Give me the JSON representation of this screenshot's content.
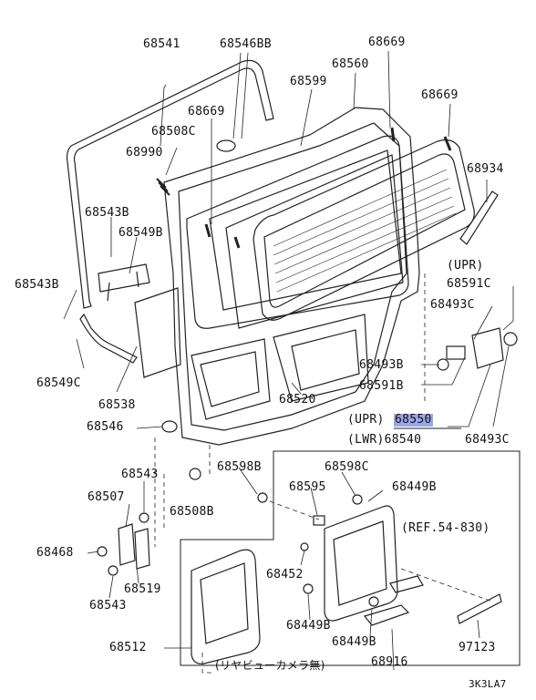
{
  "parts": [
    {
      "id": "p68541",
      "text": "68541"
    },
    {
      "id": "p68546BB",
      "text": "68546BB"
    },
    {
      "id": "p68669a",
      "text": "68669"
    },
    {
      "id": "p68560",
      "text": "68560"
    },
    {
      "id": "p68599",
      "text": "68599"
    },
    {
      "id": "p68669b",
      "text": "68669"
    },
    {
      "id": "p68669c",
      "text": "68669"
    },
    {
      "id": "p68508C",
      "text": "68508C"
    },
    {
      "id": "p68990",
      "text": "68990"
    },
    {
      "id": "p68934",
      "text": "68934"
    },
    {
      "id": "p68543Ba",
      "text": "68543B"
    },
    {
      "id": "p68549B",
      "text": "68549B"
    },
    {
      "id": "p68543Bb",
      "text": "68543B"
    },
    {
      "id": "p68549C",
      "text": "68549C"
    },
    {
      "id": "p68538",
      "text": "68538"
    },
    {
      "id": "p68546",
      "text": "68546"
    },
    {
      "id": "p68520",
      "text": "68520"
    },
    {
      "id": "pUPR1",
      "text": "(UPR)"
    },
    {
      "id": "p68591C",
      "text": "68591C"
    },
    {
      "id": "p68493Ca",
      "text": "68493C"
    },
    {
      "id": "p68493B",
      "text": "68493B"
    },
    {
      "id": "p68591B",
      "text": "68591B"
    },
    {
      "id": "pUPR2",
      "text": "(UPR)"
    },
    {
      "id": "p68550",
      "text": "68550"
    },
    {
      "id": "pLWR",
      "text": "(LWR)68540"
    },
    {
      "id": "p68493Cb",
      "text": "68493C"
    },
    {
      "id": "p68543",
      "text": "68543"
    },
    {
      "id": "p68507",
      "text": "68507"
    },
    {
      "id": "p68598B",
      "text": "68598B"
    },
    {
      "id": "p68598C",
      "text": "68598C"
    },
    {
      "id": "p68508B",
      "text": "68508B"
    },
    {
      "id": "p68595",
      "text": "68595"
    },
    {
      "id": "p68449Ba",
      "text": "68449B"
    },
    {
      "id": "p68468",
      "text": "68468"
    },
    {
      "id": "pREF",
      "text": "(REF.54-830)"
    },
    {
      "id": "p68519",
      "text": "68519"
    },
    {
      "id": "p68543b",
      "text": "68543"
    },
    {
      "id": "p68452",
      "text": "68452"
    },
    {
      "id": "p68449Bb",
      "text": "68449B"
    },
    {
      "id": "p68512",
      "text": "68512"
    },
    {
      "id": "p68449Bc",
      "text": "68449B"
    },
    {
      "id": "p68916",
      "text": "68916"
    },
    {
      "id": "p97123",
      "text": "97123"
    },
    {
      "id": "pjp",
      "text": "(リヤビューカメラ無)"
    },
    {
      "id": "pcode",
      "text": "3K3LA7"
    }
  ],
  "highlight_color": "#9aa7e8"
}
